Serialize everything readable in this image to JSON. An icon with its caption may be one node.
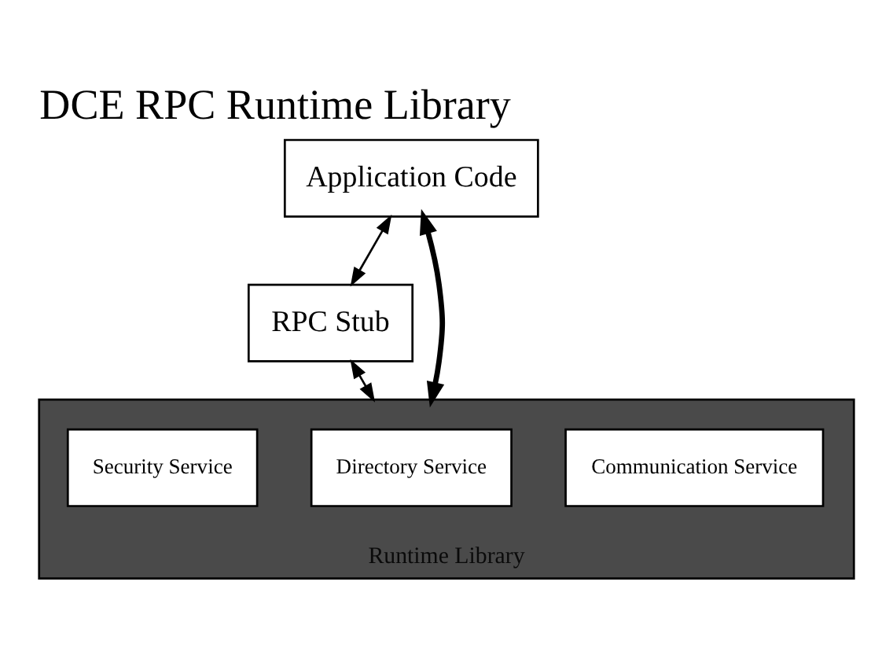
{
  "diagram": {
    "title": "DCE RPC Runtime Library",
    "nodes": [
      {
        "text": [
          "Application Code"
        ]
      },
      {
        "text": [
          "RPC Stub"
        ]
      },
      {
        "text": [
          "Runtime Library"
        ]
      },
      {
        "text": [
          "Communication Service"
        ],
        "in": 2
      },
      {
        "text": [
          "Directory Service"
        ],
        "in": 2
      },
      {
        "text": [
          "Security Service"
        ],
        "in": 2
      }
    ],
    "edges": [
      {
        "from": 0,
        "to": 2,
        "arrow": "both",
        "style": "thick"
      },
      {
        "from": 0,
        "to": 1,
        "arrow": "both"
      },
      {
        "from": 1,
        "to": 2,
        "arrow": "both"
      }
    ]
  }
}
